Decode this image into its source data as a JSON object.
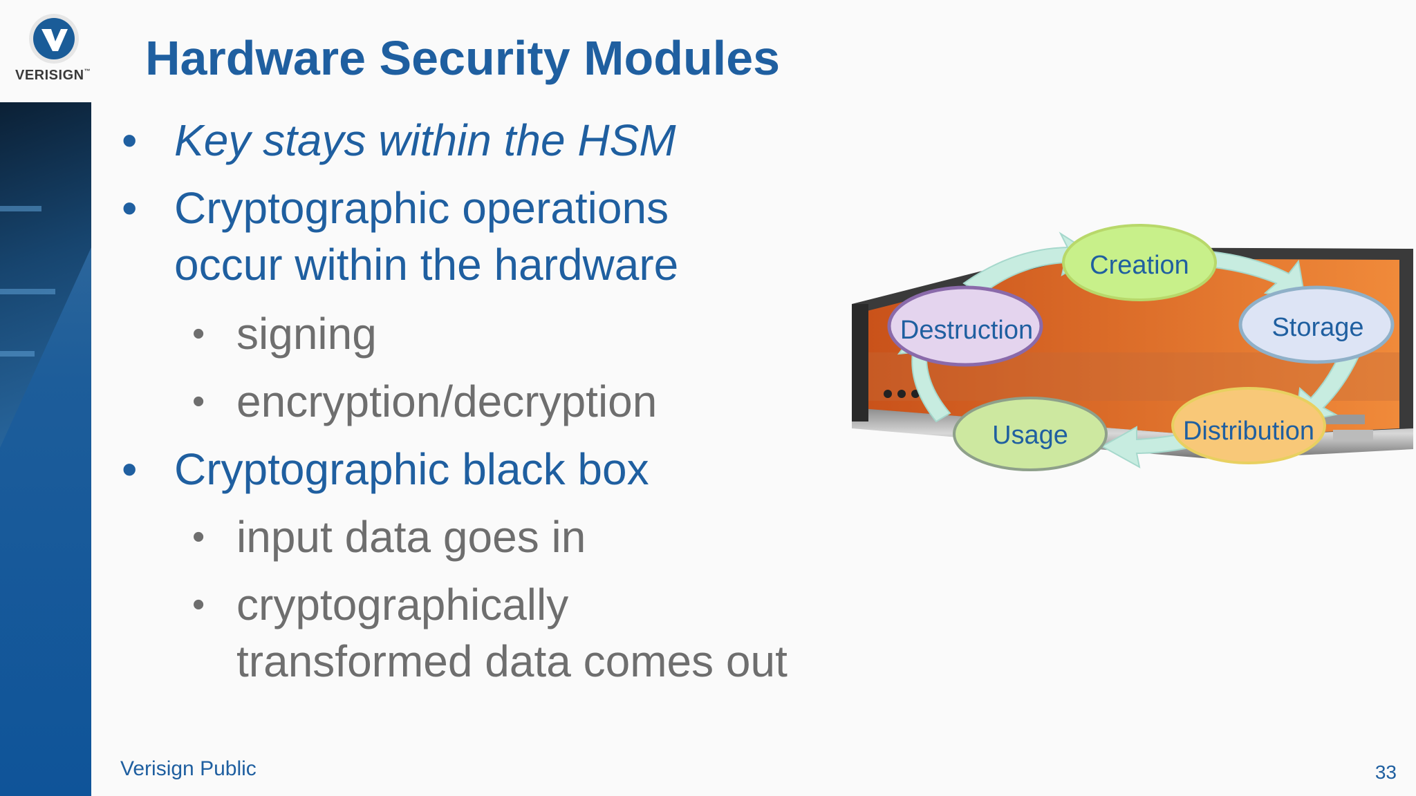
{
  "brand": {
    "name": "VERISIGN",
    "trademark": "™"
  },
  "slide": {
    "title": "Hardware Security Modules",
    "bullets": [
      {
        "level": 1,
        "lines": [
          "Key stays within the HSM"
        ],
        "italic": true
      },
      {
        "level": 1,
        "lines": [
          "Cryptographic operations",
          "occur within the hardware"
        ]
      },
      {
        "level": 2,
        "lines": [
          "signing"
        ]
      },
      {
        "level": 2,
        "lines": [
          "encryption/decryption"
        ]
      },
      {
        "level": 1,
        "lines": [
          "Cryptographic black box"
        ]
      },
      {
        "level": 2,
        "lines": [
          "input data goes in"
        ]
      },
      {
        "level": 2,
        "lines": [
          "cryptographically",
          "transformed data comes out"
        ]
      }
    ],
    "bullet_symbol": "•"
  },
  "diagram": {
    "stages": {
      "creation": "Creation",
      "storage": "Storage",
      "distribution": "Distribution",
      "usage": "Usage",
      "destruction": "Destruction"
    }
  },
  "footer": {
    "label": "Verisign Public",
    "page_number": "33"
  },
  "colors": {
    "title_blue": "#1f5fa0",
    "sub_gray": "#6e6e6e",
    "creation": "#c8f08a",
    "storage": "#dde4f5",
    "distribution": "#f8c878",
    "usage": "#cde8a0",
    "destruction": "#e4d4ee",
    "arrow": "#c7ece0"
  }
}
